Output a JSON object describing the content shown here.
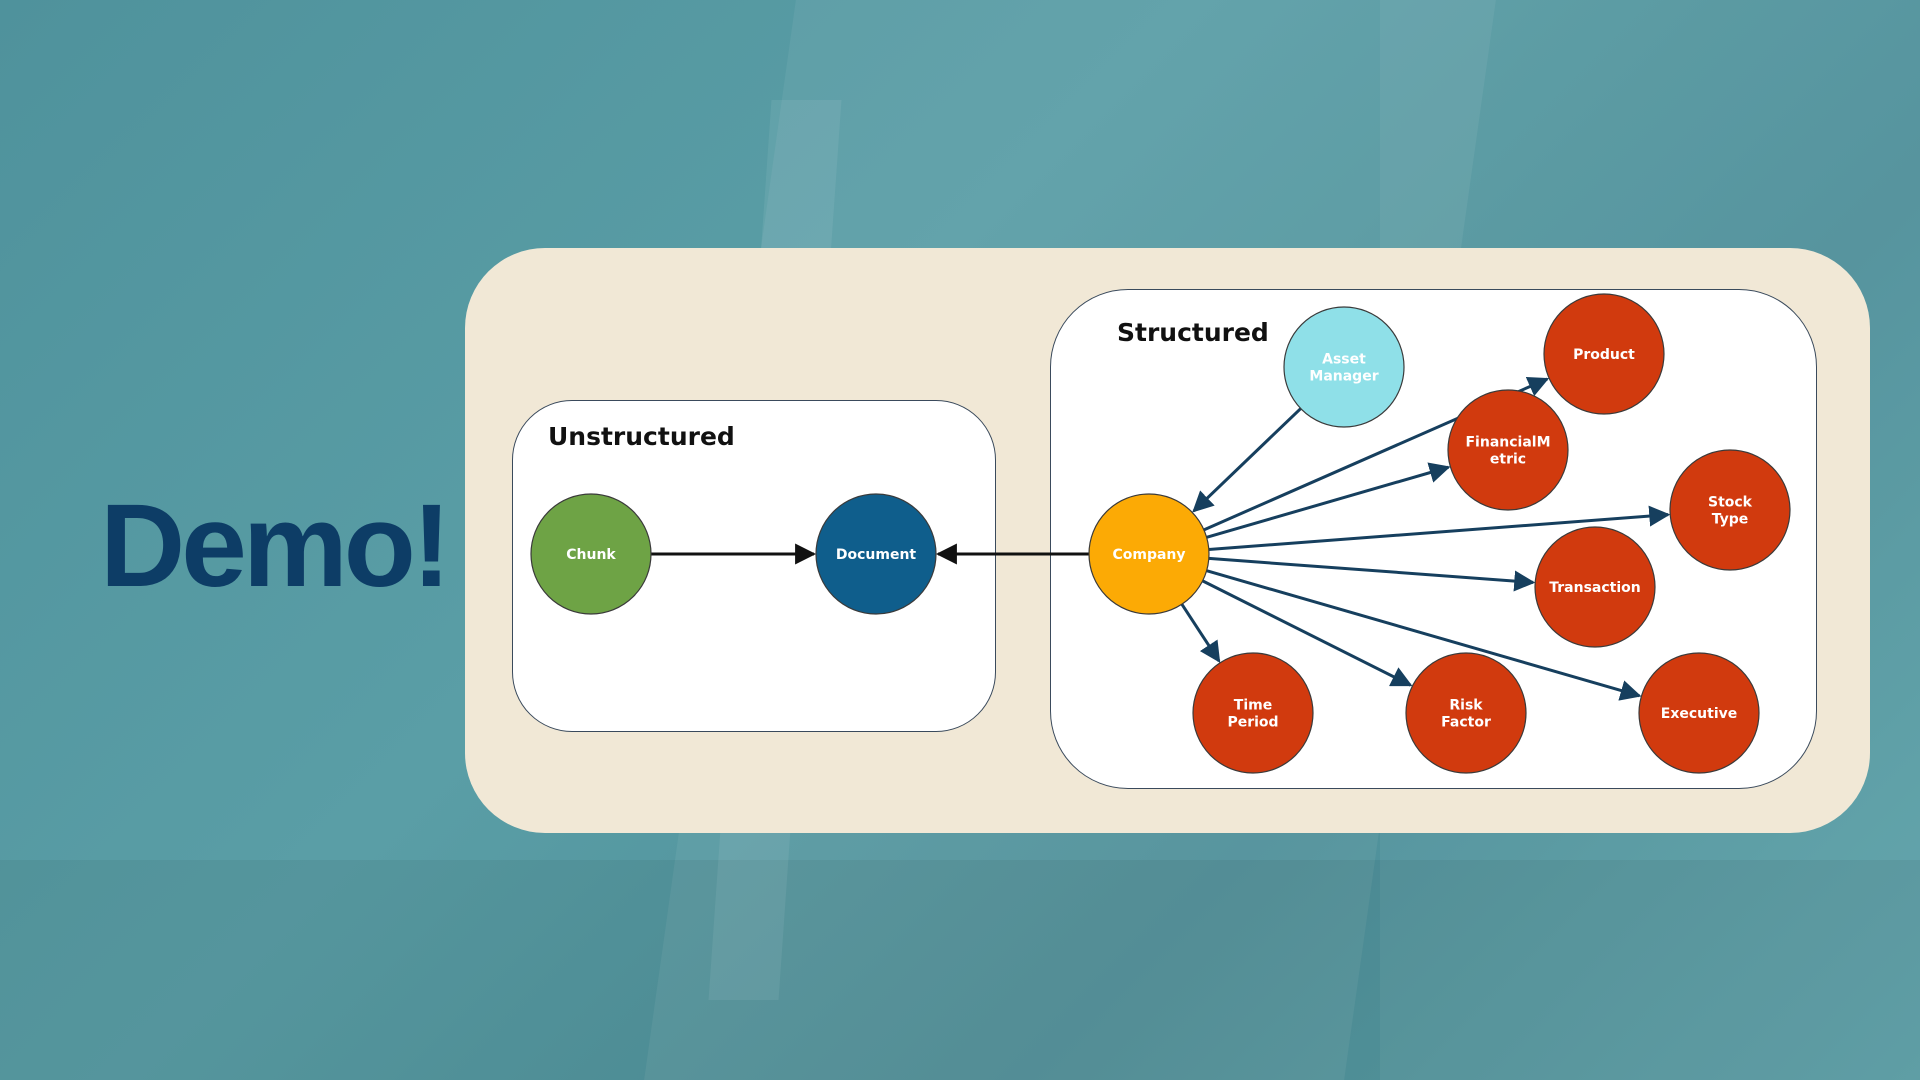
{
  "slide": {
    "title": "Demo!"
  },
  "panels": {
    "unstructured": {
      "title": "Unstructured"
    },
    "structured": {
      "title": "Structured"
    }
  },
  "colors": {
    "chunk": "#6ea345",
    "document": "#0f5e8c",
    "company": "#fcaa05",
    "asset_manager": "#8fe0e8",
    "red_entity": "#d13a0e",
    "edge": "#163f5e",
    "card": "#f1e8d6"
  },
  "nodes": [
    {
      "id": "chunk",
      "lines": [
        "Chunk"
      ],
      "color": "#6ea345"
    },
    {
      "id": "document",
      "lines": [
        "Document"
      ],
      "color": "#0f5e8c"
    },
    {
      "id": "company",
      "lines": [
        "Company"
      ],
      "color": "#fcaa05"
    },
    {
      "id": "asset-manager",
      "lines": [
        "Asset",
        "Manager"
      ],
      "color": "#8fe0e8"
    },
    {
      "id": "product",
      "lines": [
        "Product"
      ],
      "color": "#d13a0e"
    },
    {
      "id": "financial-metric",
      "lines": [
        "FinancialM",
        "etric"
      ],
      "color": "#d13a0e"
    },
    {
      "id": "stock-type",
      "lines": [
        "Stock",
        "Type"
      ],
      "color": "#d13a0e"
    },
    {
      "id": "transaction",
      "lines": [
        "Transaction"
      ],
      "color": "#d13a0e"
    },
    {
      "id": "executive",
      "lines": [
        "Executive"
      ],
      "color": "#d13a0e"
    },
    {
      "id": "risk-factor",
      "lines": [
        "Risk",
        "Factor"
      ],
      "color": "#d13a0e"
    },
    {
      "id": "time-period",
      "lines": [
        "Time",
        "Period"
      ],
      "color": "#d13a0e"
    }
  ],
  "edges": [
    {
      "from": "chunk",
      "to": "document"
    },
    {
      "from": "company",
      "to": "document"
    },
    {
      "from": "asset-manager",
      "to": "company"
    },
    {
      "from": "company",
      "to": "product"
    },
    {
      "from": "company",
      "to": "financial-metric"
    },
    {
      "from": "company",
      "to": "stock-type"
    },
    {
      "from": "company",
      "to": "transaction"
    },
    {
      "from": "company",
      "to": "executive"
    },
    {
      "from": "company",
      "to": "risk-factor"
    },
    {
      "from": "company",
      "to": "time-period"
    }
  ]
}
